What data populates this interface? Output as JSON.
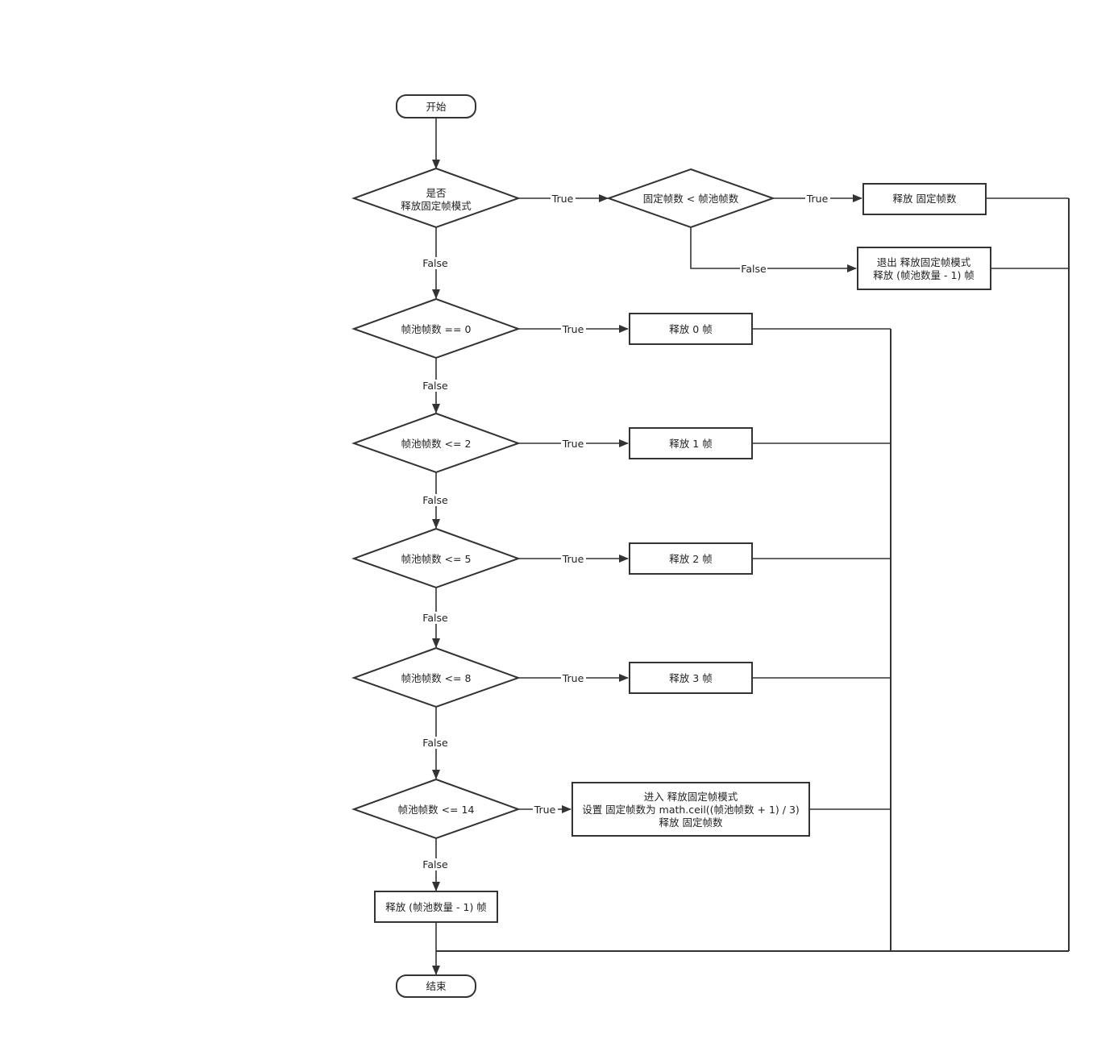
{
  "nodes": {
    "start": "开始",
    "end": "结束",
    "d_mode": [
      "是否",
      "释放固定帧模式"
    ],
    "d_fixed_lt_pool": "固定帧数 < 帧池帧数",
    "p_release_fixed": "释放 固定帧数",
    "p_exit_mode": [
      "退出 释放固定帧模式",
      "释放 (帧池数量 - 1) 帧"
    ],
    "d_eq0": "帧池帧数 == 0",
    "p_rel0": "释放 0 帧",
    "d_le2": "帧池帧数 <= 2",
    "p_rel1": "释放 1 帧",
    "d_le5": "帧池帧数 <= 5",
    "p_rel2": "释放 2 帧",
    "d_le8": "帧池帧数 <= 8",
    "p_rel3": "释放 3 帧",
    "d_le14": "帧池帧数 <= 14",
    "p_enter_mode": [
      "进入 释放固定帧模式",
      "设置 固定帧数为 math.ceil((帧池帧数 + 1) / 3)",
      "释放 固定帧数"
    ],
    "p_release_pool_minus1": "释放 (帧池数量 - 1) 帧"
  },
  "edge_labels": {
    "true": "True",
    "false": "False"
  }
}
